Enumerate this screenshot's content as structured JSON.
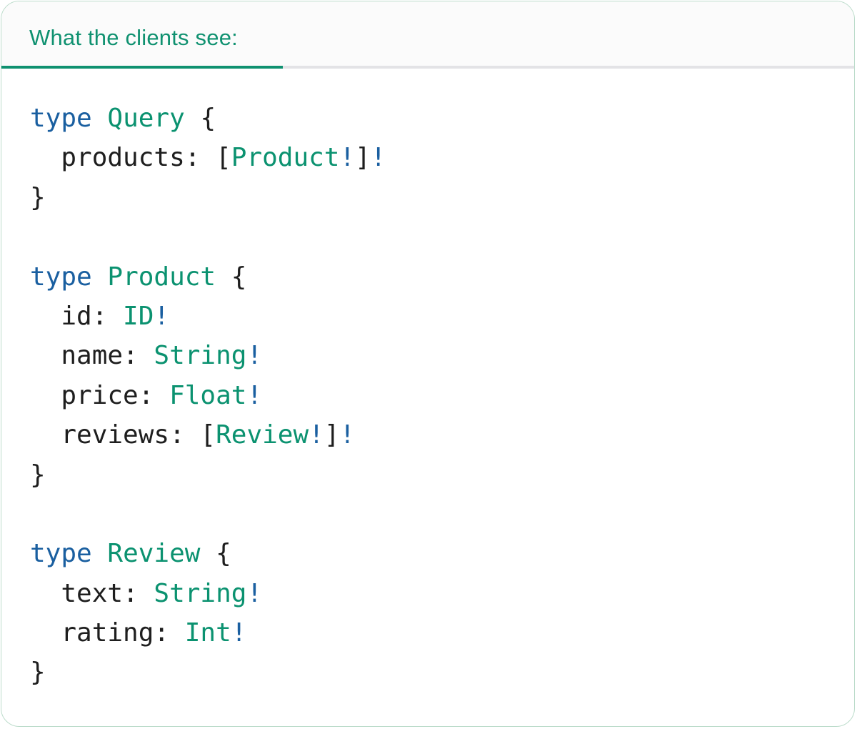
{
  "card": {
    "tab_label": "What the clients see:"
  },
  "colors": {
    "accent": "#0f9170",
    "keyword": "#1a5fa0",
    "typename": "#0b9270",
    "plain": "#1e1e1e",
    "bang": "#1a5fa0",
    "card_border": "#bcdccb",
    "divider": "#e3e3e6",
    "header_bg": "#fbfbfb"
  },
  "code": {
    "language": "graphql",
    "lines": [
      [
        {
          "c": "kw",
          "t": "type"
        },
        {
          "c": "pln",
          "t": " "
        },
        {
          "c": "typ",
          "t": "Query"
        },
        {
          "c": "pln",
          "t": " {"
        }
      ],
      [
        {
          "c": "pln",
          "t": "  products: ["
        },
        {
          "c": "typ",
          "t": "Product"
        },
        {
          "c": "bang",
          "t": "!"
        },
        {
          "c": "pln",
          "t": "]"
        },
        {
          "c": "bang",
          "t": "!"
        }
      ],
      [
        {
          "c": "pln",
          "t": "}"
        }
      ],
      [],
      [
        {
          "c": "kw",
          "t": "type"
        },
        {
          "c": "pln",
          "t": " "
        },
        {
          "c": "typ",
          "t": "Product"
        },
        {
          "c": "pln",
          "t": " {"
        }
      ],
      [
        {
          "c": "pln",
          "t": "  id: "
        },
        {
          "c": "typ",
          "t": "ID"
        },
        {
          "c": "bang",
          "t": "!"
        }
      ],
      [
        {
          "c": "pln",
          "t": "  name: "
        },
        {
          "c": "typ",
          "t": "String"
        },
        {
          "c": "bang",
          "t": "!"
        }
      ],
      [
        {
          "c": "pln",
          "t": "  price: "
        },
        {
          "c": "typ",
          "t": "Float"
        },
        {
          "c": "bang",
          "t": "!"
        }
      ],
      [
        {
          "c": "pln",
          "t": "  reviews: ["
        },
        {
          "c": "typ",
          "t": "Review"
        },
        {
          "c": "bang",
          "t": "!"
        },
        {
          "c": "pln",
          "t": "]"
        },
        {
          "c": "bang",
          "t": "!"
        }
      ],
      [
        {
          "c": "pln",
          "t": "}"
        }
      ],
      [],
      [
        {
          "c": "kw",
          "t": "type"
        },
        {
          "c": "pln",
          "t": " "
        },
        {
          "c": "typ",
          "t": "Review"
        },
        {
          "c": "pln",
          "t": " {"
        }
      ],
      [
        {
          "c": "pln",
          "t": "  text: "
        },
        {
          "c": "typ",
          "t": "String"
        },
        {
          "c": "bang",
          "t": "!"
        }
      ],
      [
        {
          "c": "pln",
          "t": "  rating: "
        },
        {
          "c": "typ",
          "t": "Int"
        },
        {
          "c": "bang",
          "t": "!"
        }
      ],
      [
        {
          "c": "pln",
          "t": "}"
        }
      ]
    ]
  }
}
